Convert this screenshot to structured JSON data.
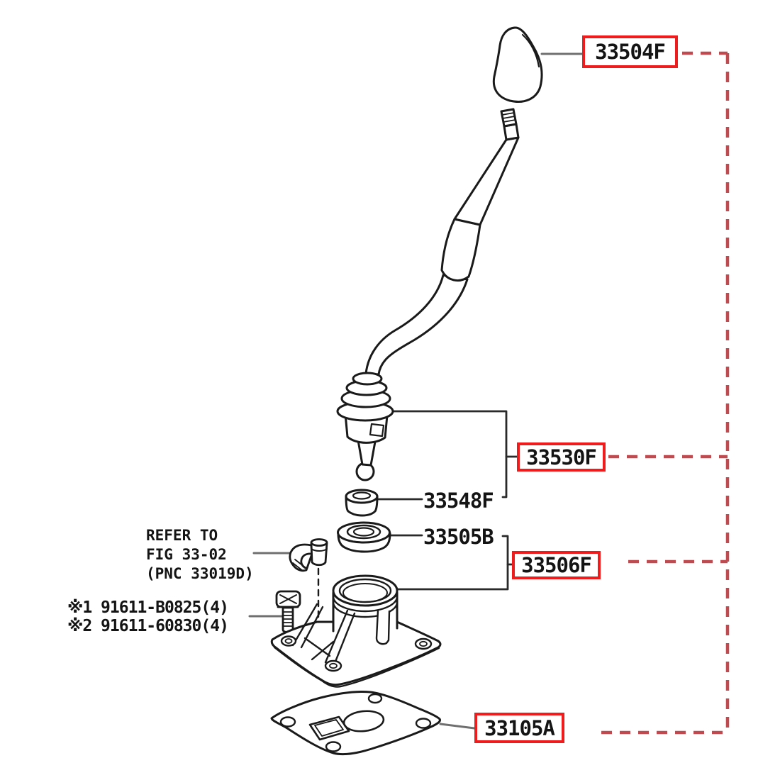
{
  "colors": {
    "callout_box_red": "#ee1c1c",
    "leader_dash_red": "#bf4a50",
    "line_art_black": "#1a1a1a",
    "connector_gray": "#6f6f6f",
    "background": "#ffffff",
    "text_black": "#141414"
  },
  "callouts": {
    "knob": "33504F",
    "lever_assembly": "33530F",
    "bushing": "33548F",
    "seal": "33505B",
    "retainer": "33506F",
    "gasket": "33105A"
  },
  "notes": {
    "refer_line1": "REFER TO",
    "refer_line2": "FIG 33-02",
    "refer_line3": "(PNC 33019D)",
    "bolt_spec1": "※1 91611-B0825(4)",
    "bolt_spec2": "※2 91611-60830(4)"
  }
}
